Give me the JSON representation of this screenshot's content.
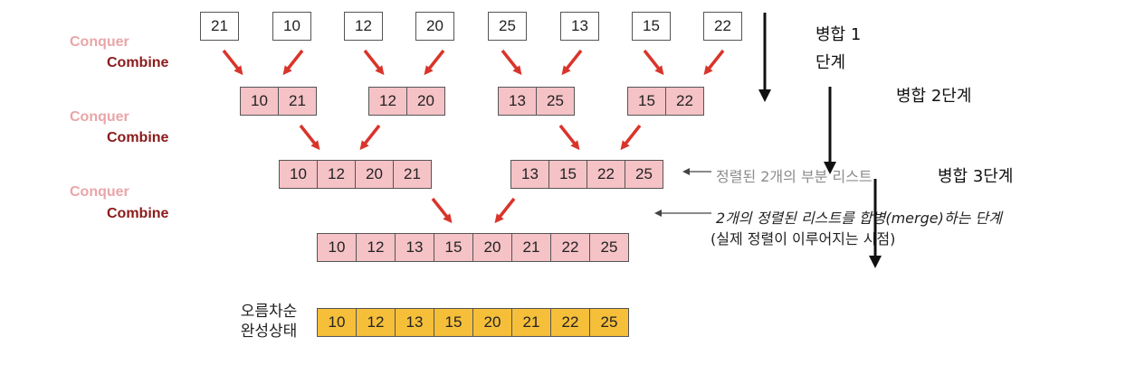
{
  "side_labels": [
    {
      "conquer": "Conquer",
      "combine": "Combine"
    },
    {
      "conquer": "Conquer",
      "combine": "Combine"
    },
    {
      "conquer": "Conquer",
      "combine": "Combine"
    }
  ],
  "level0": [
    "21",
    "10",
    "12",
    "20",
    "25",
    "13",
    "15",
    "22"
  ],
  "level1": [
    [
      "10",
      "21"
    ],
    [
      "12",
      "20"
    ],
    [
      "13",
      "25"
    ],
    [
      "15",
      "22"
    ]
  ],
  "level2": [
    [
      "10",
      "12",
      "20",
      "21"
    ],
    [
      "13",
      "15",
      "22",
      "25"
    ]
  ],
  "level3": [
    "10",
    "12",
    "13",
    "15",
    "20",
    "21",
    "22",
    "25"
  ],
  "final": [
    "10",
    "12",
    "13",
    "15",
    "20",
    "21",
    "22",
    "25"
  ],
  "stages": {
    "stage1_line1": "병합 1",
    "stage1_line2": "단계",
    "stage2": "병합 2단계",
    "stage3": "병합 3단계"
  },
  "notes": {
    "sorted_sublists": "정렬된 2개의 부분 리스트",
    "merge_step": "2개의 정렬된 리스트를 합병(merge)하는 단계",
    "actual_sort": "(실제 정렬이 이루어지는 시점)"
  },
  "final_label": {
    "line1": "오름차순",
    "line2": "완성상태"
  },
  "colors": {
    "conquer": "#e9a6a8",
    "combine": "#8b1a1a",
    "cell": "#f5c2c6",
    "final": "#f6bf3a",
    "arrow": "#d9342b"
  }
}
